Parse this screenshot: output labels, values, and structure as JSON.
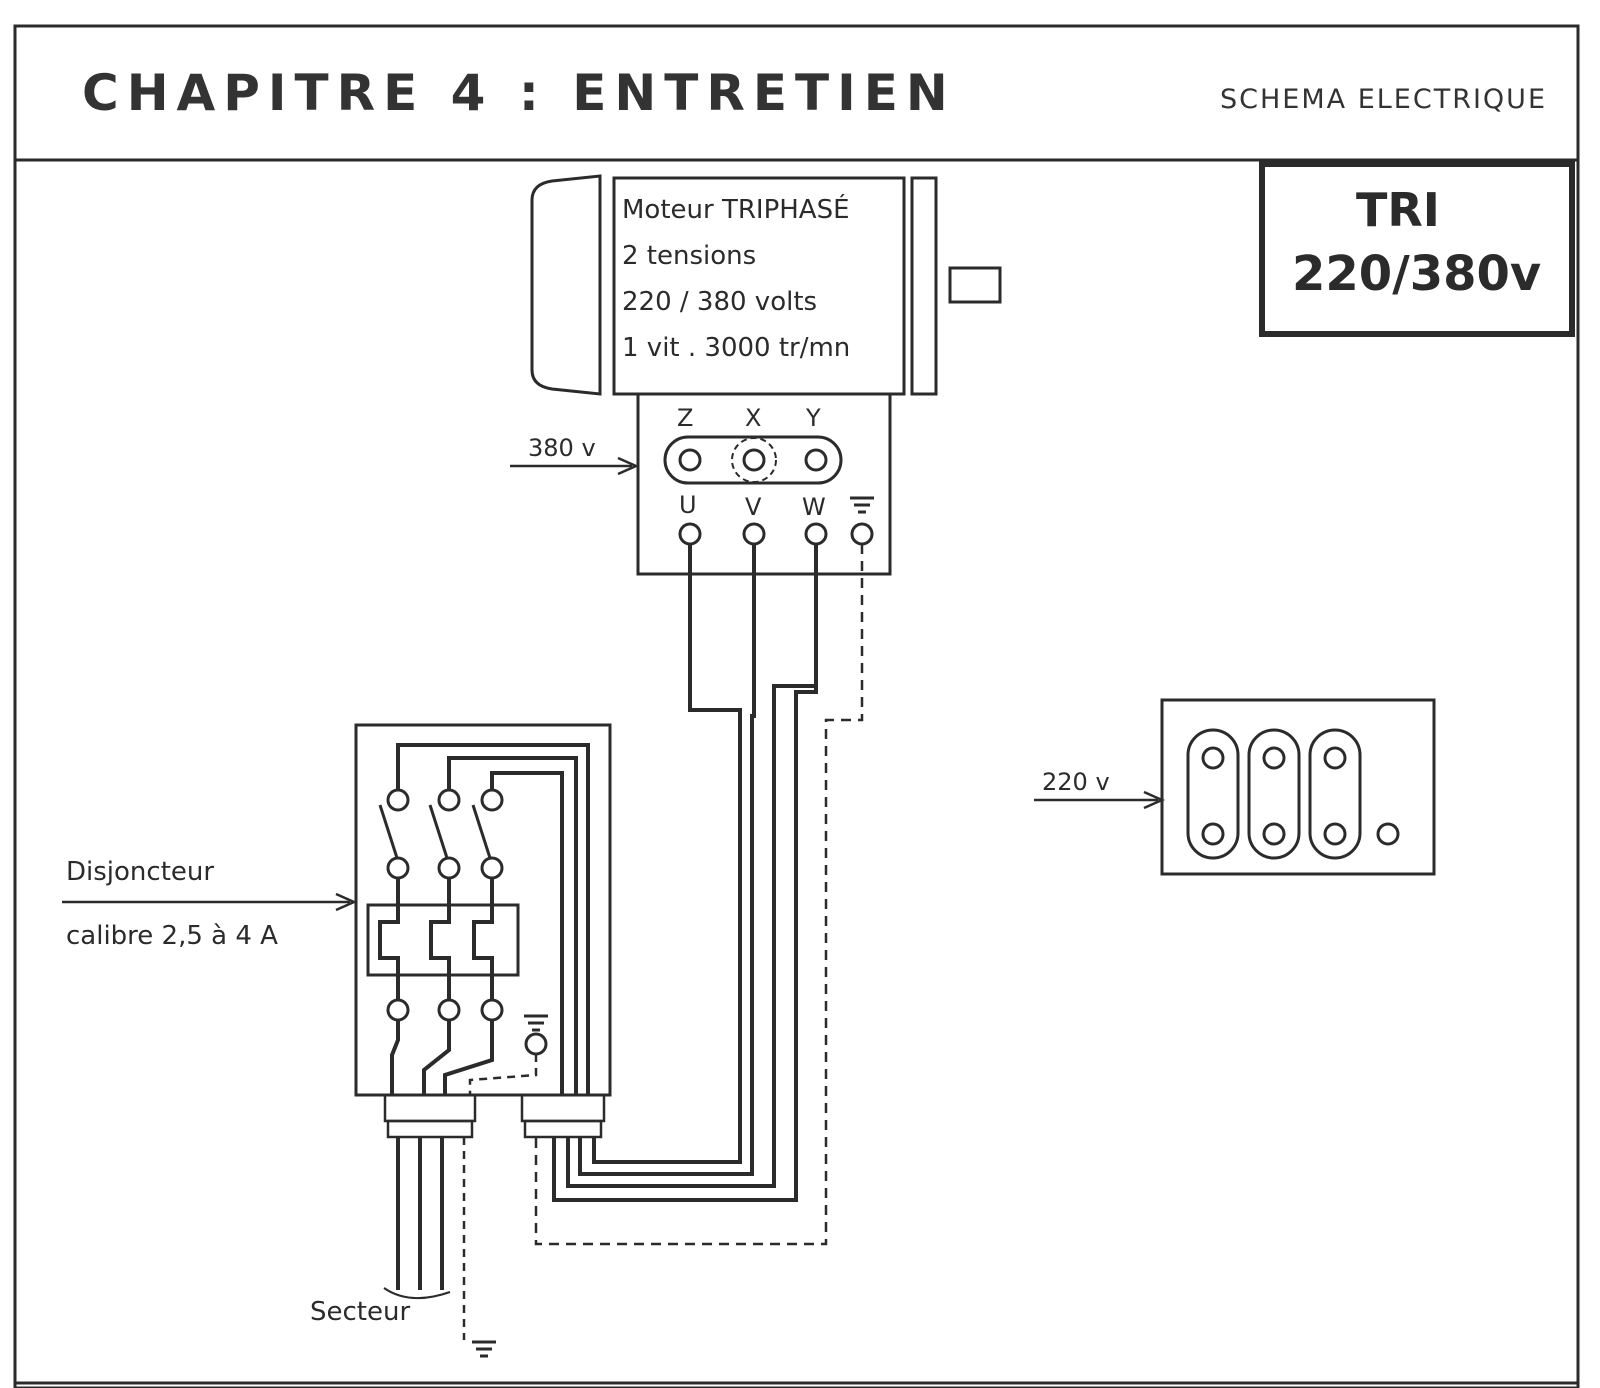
{
  "header": {
    "chapter_title": "CHAPITRE 4 : ENTRETIEN",
    "section_title": "SCHEMA ELECTRIQUE"
  },
  "badge": {
    "line1": "TRI",
    "line2": "220/380v"
  },
  "motor": {
    "line1": "Moteur TRIPHASÉ",
    "line2": "2 tensions",
    "line3": "220 / 380 volts",
    "line4": "1 vit . 3000 tr/mn"
  },
  "terminal_380": {
    "voltage_label": "380 v",
    "top_labels": [
      "Z",
      "X",
      "Y"
    ],
    "bottom_labels": [
      "U",
      "V",
      "W"
    ]
  },
  "terminal_220": {
    "voltage_label": "220 v"
  },
  "breaker": {
    "label_line1": "Disjoncteur",
    "label_line2": "calibre 2,5 à 4 A"
  },
  "mains": {
    "label": "Secteur"
  }
}
